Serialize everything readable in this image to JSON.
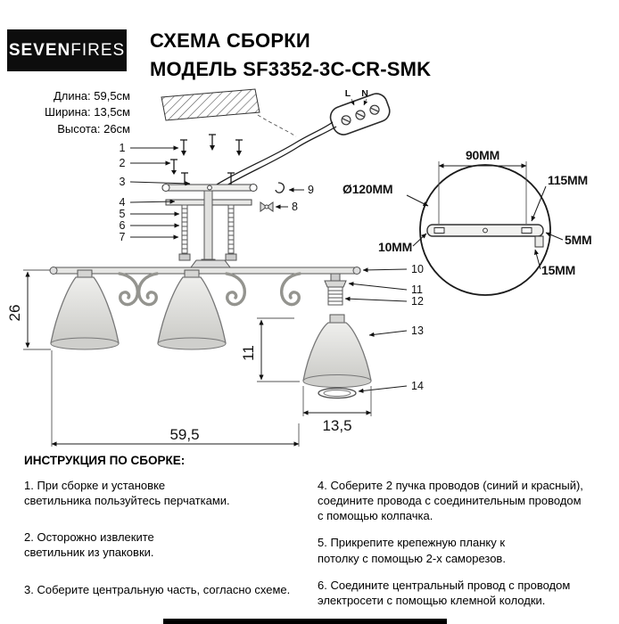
{
  "brand": {
    "seven": "SEVEN",
    "fires": "FIRES"
  },
  "header": {
    "title_line1": "СХЕМА СБОРКИ",
    "title_line2": "МОДЕЛЬ SF3352-3C-CR-SMK"
  },
  "specs": {
    "length": "Длина: 59,5см",
    "width": "Ширина: 13,5см",
    "height": "Высота: 26см"
  },
  "diagram": {
    "parts": [
      "1",
      "2",
      "3",
      "4",
      "5",
      "6",
      "7",
      "8",
      "9",
      "10",
      "11",
      "12",
      "13",
      "14"
    ],
    "dims": {
      "height_cm": "26",
      "length_cm": "59,5",
      "shade_width_cm": "13,5",
      "shade_height_cm": "11",
      "bracket_span": "90ММ",
      "plate_diameter": "Ø120ММ",
      "bracket_length": "115ММ",
      "offset_left": "10ММ",
      "offset_right": "5ММ",
      "offset_bottom": "15ММ"
    },
    "wiring": {
      "l": "L",
      "n": "N"
    }
  },
  "instructions": {
    "heading": "ИНСТРУКЦИЯ ПО СБОРКЕ:",
    "left": [
      "1. При сборке и установке\nсветильника пользуйтесь перчатками.",
      "2. Осторожно извлеките\nсветильник из упаковки.",
      "3. Соберите центральную часть, согласно схеме.",
      ""
    ],
    "right": [
      "4. Соберите 2 пучка проводов (синий и красный),\nсоедините провода с соединительным проводом\nс помощью колпачка.",
      "5. Прикрепите крепежную планку к\nпотолку с помощью 2-х саморезов.",
      "6. Соедините центральный провод с проводом\nэлектросети с помощью клемной колодки."
    ]
  }
}
